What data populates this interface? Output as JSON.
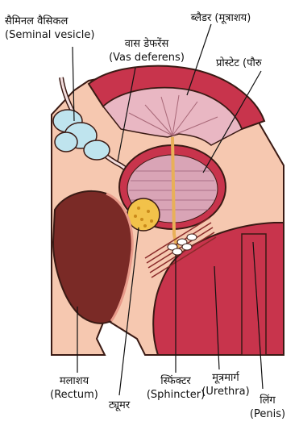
{
  "labels": {
    "seminal_vesicle": {
      "hindi": "सैमिनल वैसिकल",
      "english": "(Seminal vesicle)"
    },
    "vas_deferens": {
      "hindi": "वास डेफरेंस",
      "english": "(Vas deferens)"
    },
    "bladder": {
      "hindi": "ब्लैडर (मूत्राशय)"
    },
    "prostate": {
      "hindi": "प्रोस्टेट (पौरु"
    },
    "rectum": {
      "hindi": "मलाशय",
      "english": "(Rectum)"
    },
    "tumor": {
      "hindi": "ट्यूमर"
    },
    "sphincter": {
      "hindi": "स्फिंक्टर",
      "english": "(Sphincter)"
    },
    "urethra": {
      "hindi": "मूत्रमार्ग",
      "english": "(Urethra)"
    },
    "penis": {
      "hindi": "लिंग",
      "english": "(Penis)"
    }
  },
  "colors": {
    "outline": "#3a1a14",
    "tissue": "#f6c8b0",
    "muscle": "#c8344c",
    "rectum": "#7a2a26",
    "bladder": "#e9b7c3",
    "vesicle": "#bfe4ee",
    "tumor": "#f2c24a"
  }
}
